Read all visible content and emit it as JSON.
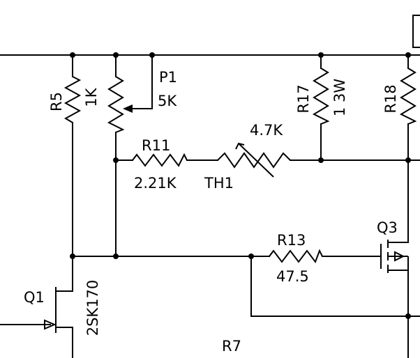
{
  "schematic": {
    "components": {
      "r5": {
        "ref": "R5",
        "value": "1K"
      },
      "p1": {
        "ref": "P1",
        "value": "5K"
      },
      "r17": {
        "ref": "R17",
        "value": "1 3W"
      },
      "r18": {
        "ref": "R18"
      },
      "r11": {
        "ref": "R11",
        "value": "2.21K"
      },
      "th1": {
        "ref": "TH1",
        "value": "4.7K"
      },
      "r13": {
        "ref": "R13",
        "value": "47.5"
      },
      "q1": {
        "ref": "Q1",
        "value": "2SK170"
      },
      "q3": {
        "ref": "Q3"
      },
      "r7": {
        "ref": "R7"
      }
    }
  }
}
